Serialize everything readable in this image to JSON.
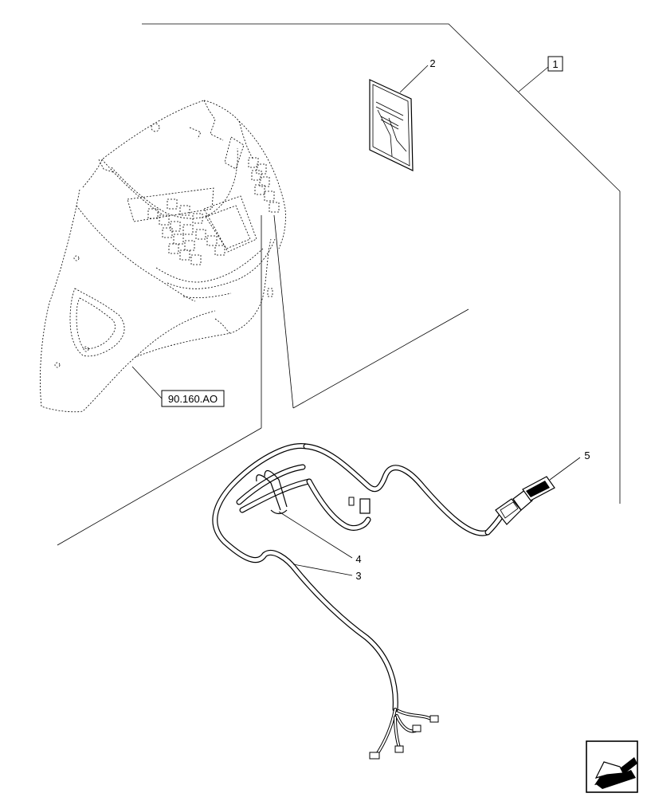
{
  "callouts": {
    "kit": "1",
    "manual": "2",
    "harness": "3",
    "tie": "4",
    "switch": "5"
  },
  "reference": "90.160.AO"
}
